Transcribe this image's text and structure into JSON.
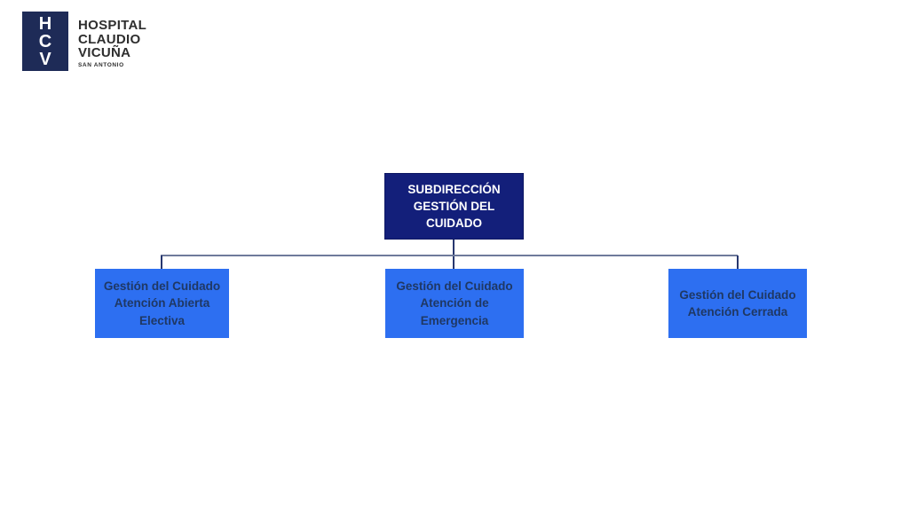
{
  "colors": {
    "background": "#FFFFFF",
    "logo_square_fill": "#1E2B57",
    "logo_text": "#2E2E2E",
    "root_box_fill": "#131F7A",
    "root_box_text": "#FFFFFF",
    "child_box_fill": "#2D6FF1",
    "child_box_text": "#1F3864",
    "connector_horizontal": "#6E7A9B",
    "connector_vertical": "#27376F"
  },
  "logo": {
    "monogram": [
      "H",
      "C",
      "V"
    ],
    "name_lines": [
      "HOSPITAL",
      "CLAUDIO",
      "VICUÑA"
    ],
    "subtitle": "SAN ANTONIO"
  },
  "org_chart": {
    "root": {
      "lines": [
        "SUBDIRECCIÓN",
        "GESTIÓN DEL",
        "CUIDADO"
      ]
    },
    "children": [
      {
        "lines": [
          "Gestión del Cuidado",
          "Atención Abierta",
          "Electiva"
        ]
      },
      {
        "lines": [
          "Gestión del Cuidado",
          "Atención de",
          "Emergencia"
        ]
      },
      {
        "lines": [
          "Gestión del Cuidado",
          "Atención Cerrada"
        ]
      }
    ]
  }
}
